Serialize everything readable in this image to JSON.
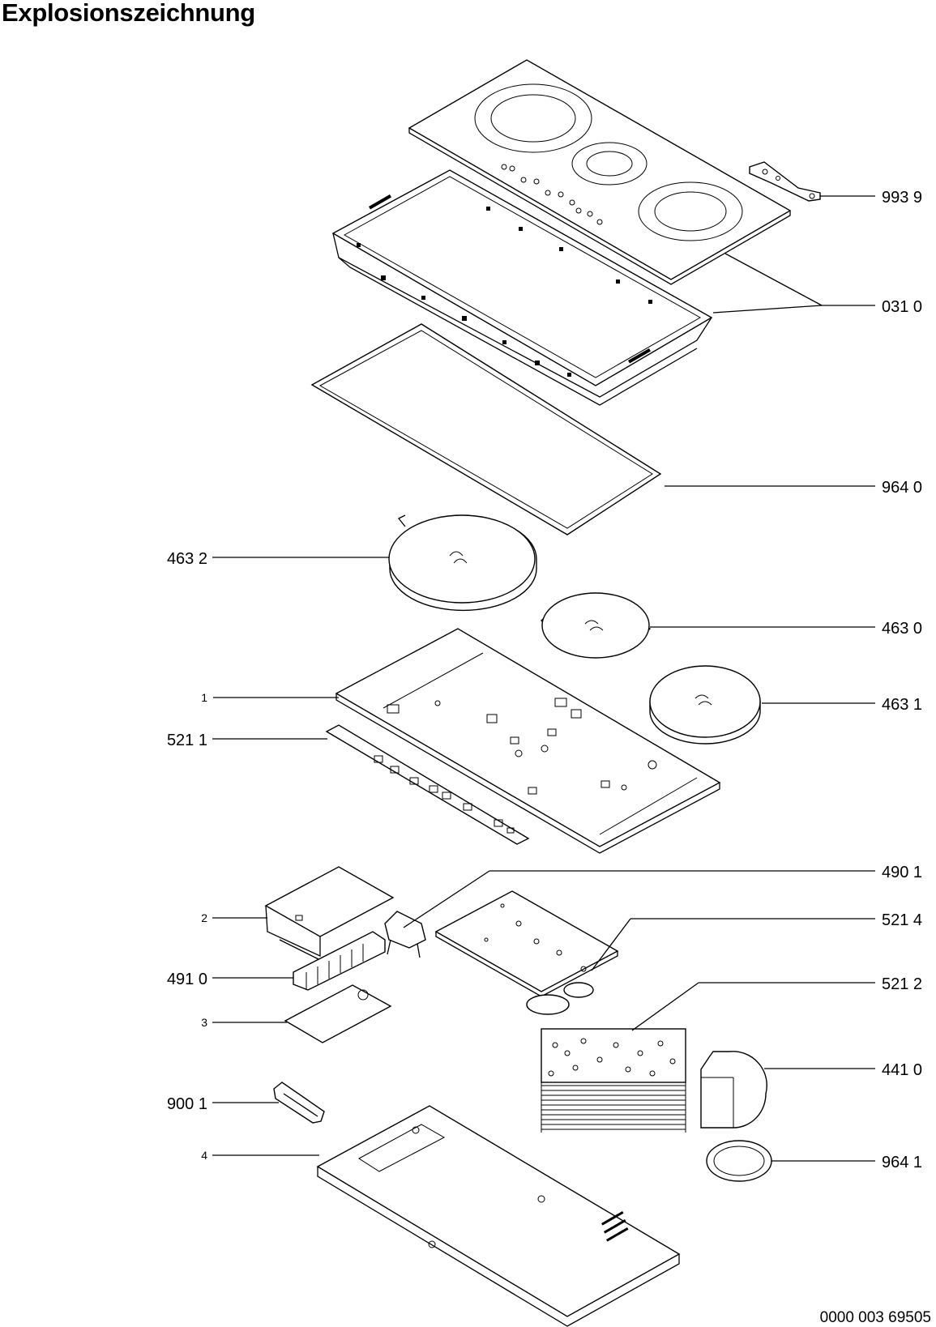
{
  "title": "Explosionszeichnung",
  "document_number": "0000 003 69505",
  "parts": [
    {
      "id": "ceramic-glass-top",
      "label": "993 9"
    },
    {
      "id": "frame",
      "label": "031 0"
    },
    {
      "id": "gasket",
      "label": "964 0"
    },
    {
      "id": "induction-coil-large",
      "label": "463 2"
    },
    {
      "id": "induction-coil-medium",
      "label": "463 0"
    },
    {
      "id": "induction-coil-right",
      "label": "463 1"
    },
    {
      "id": "support-plate",
      "label": "1"
    },
    {
      "id": "control-board",
      "label": "521 1"
    },
    {
      "id": "bracket",
      "label": "2"
    },
    {
      "id": "clip",
      "label": "490 1"
    },
    {
      "id": "power-board",
      "label": "521 4"
    },
    {
      "id": "terminal-block",
      "label": "491 0"
    },
    {
      "id": "cover-plate",
      "label": "3"
    },
    {
      "id": "heatsink-board",
      "label": "521 2"
    },
    {
      "id": "fan",
      "label": "441 0"
    },
    {
      "id": "cable-clamp",
      "label": "900 1"
    },
    {
      "id": "fan-ring",
      "label": "964 1"
    },
    {
      "id": "bottom-housing",
      "label": "4"
    }
  ]
}
